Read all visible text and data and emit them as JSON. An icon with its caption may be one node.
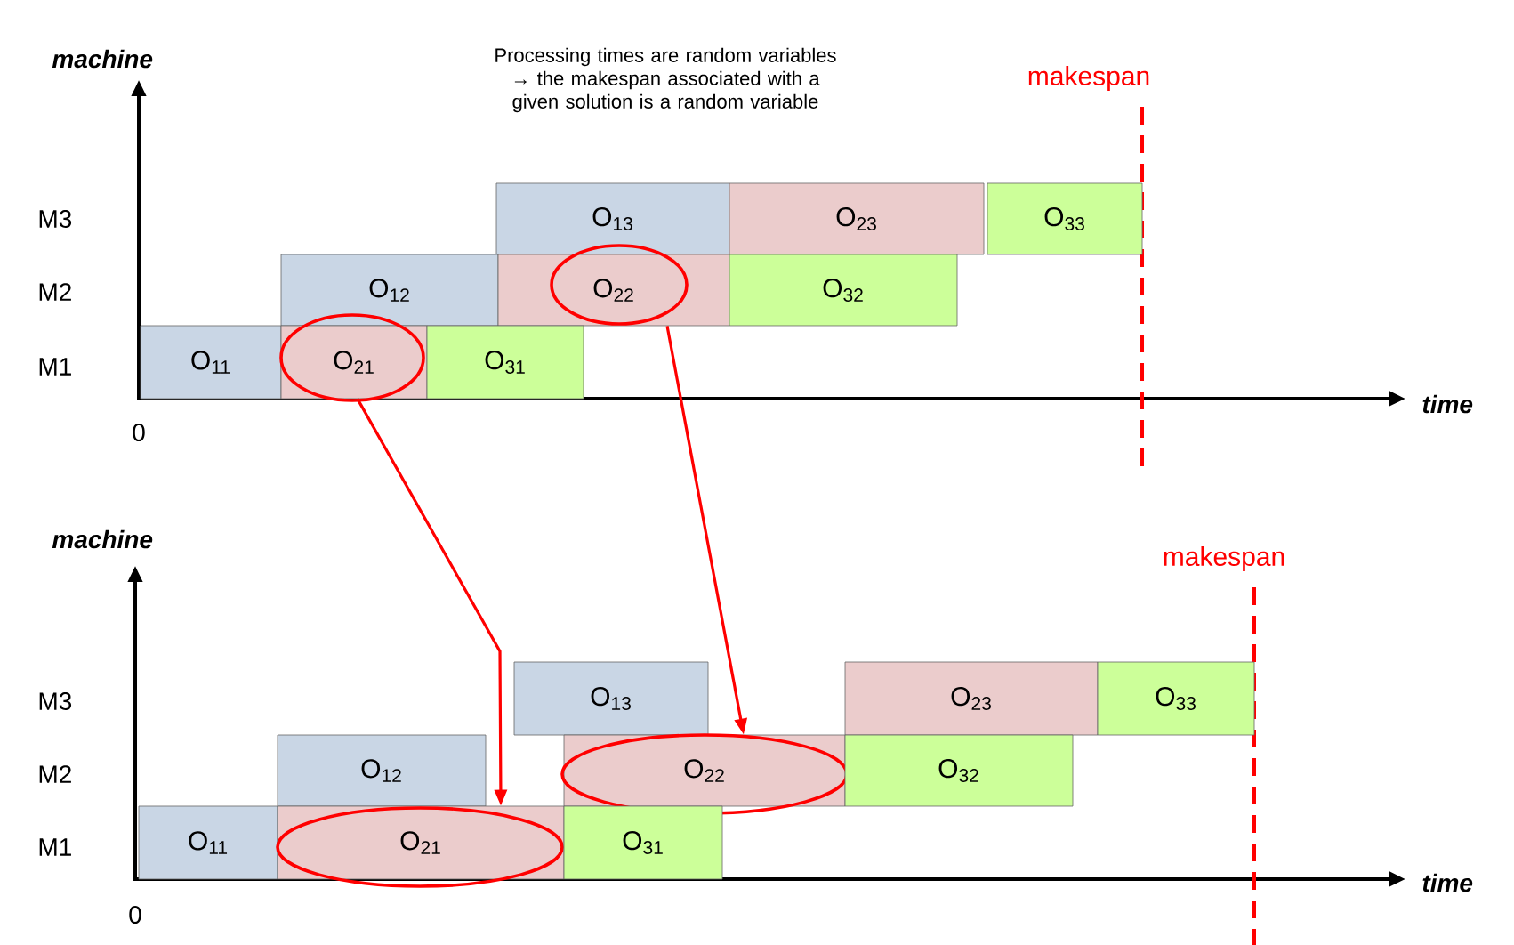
{
  "diagram": {
    "nodes": [
      {
        "text": [
          "O$_{13}$"
        ]
      },
      {
        "text": [
          "O$_{23}$"
        ]
      },
      {
        "text": [
          "O$_{33}$"
        ]
      },
      {
        "text": [
          "O$_{12}$"
        ]
      },
      {
        "text": [
          "O$_{22}$"
        ]
      },
      {
        "text": [
          "O$_{32}$"
        ]
      },
      {
        "text": [
          "O$_{11}$"
        ]
      },
      {
        "text": [
          "O$_{21}$"
        ]
      },
      {
        "text": [
          "O$_{31}$"
        ]
      },
      {
        "text": [
          "O$_{13}$"
        ]
      },
      {
        "text": [
          "O$_{23}$"
        ]
      },
      {
        "text": [
          "O$_{33}$"
        ]
      },
      {
        "text": [
          "O$_{12}$"
        ]
      },
      {
        "text": [
          "O$_{22}$"
        ]
      },
      {
        "text": [
          "O$_{32}$"
        ]
      },
      {
        "text": [
          "O$_{11}$"
        ]
      },
      {
        "text": [
          "O$_{21}$"
        ]
      },
      {
        "text": [
          "O$_{31}$"
        ]
      }
    ],
    "edges": [
      {
        "from": 7,
        "to": 16,
        "arrow": "to"
      },
      {
        "from": 4,
        "to": 13,
        "arrow": "to"
      }
    ],
    "labels": [
      "Processing times are random variables → the makespan associated with a given solution is a random variable",
      "machine",
      "makespan",
      "M3",
      "M2",
      "M1",
      "time",
      "0",
      "machine",
      "makespan",
      "M3",
      "M2",
      "M1",
      "time",
      "0"
    ]
  }
}
